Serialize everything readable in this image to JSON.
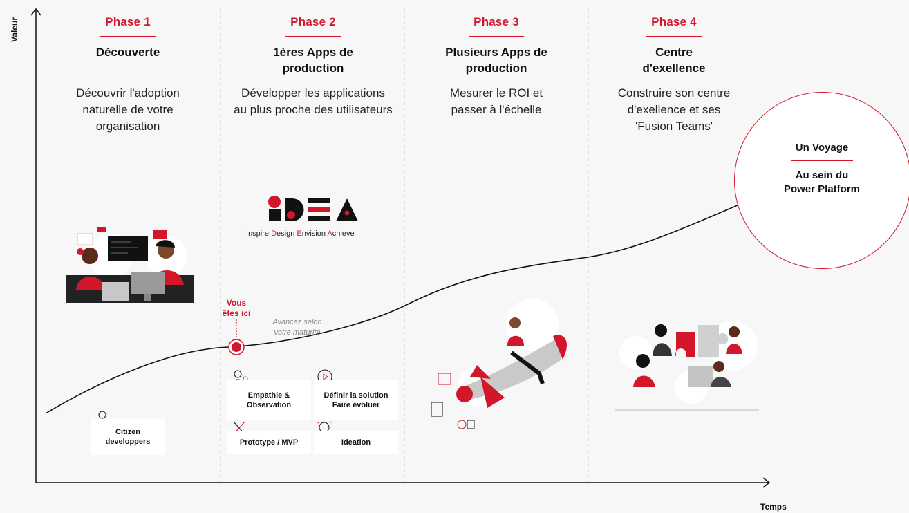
{
  "axes": {
    "y_label": "Valeur",
    "x_label": "Temps"
  },
  "phases": [
    {
      "label": "Phase 1",
      "title": "Découverte",
      "desc": "Découvrir l'adoption naturelle de votre organisation"
    },
    {
      "label": "Phase 2",
      "title": "1ères Apps de production",
      "desc": "Développer les applications au plus proche des utilisateurs"
    },
    {
      "label": "Phase 3",
      "title": "Plusieurs Apps de production",
      "desc": "Mesurer le ROI et passer à l'échelle"
    },
    {
      "label": "Phase 4",
      "title": "Centre d'exellence",
      "desc": "Construire son centre d'exellence et ses 'Fusion Teams'"
    }
  ],
  "idea": {
    "logo_text": "IDEA",
    "subtitle": [
      {
        "initial": "I",
        "rest": "nspire "
      },
      {
        "initial": "D",
        "rest": "esign "
      },
      {
        "initial": "E",
        "rest": "nvision "
      },
      {
        "initial": "A",
        "rest": "chieve"
      }
    ]
  },
  "marker": {
    "here_line1": "Vous",
    "here_line2": "êtes ici",
    "note_line1": "Avancez selon",
    "note_line2": "votre maturité"
  },
  "cards": {
    "citizen": "Citizen developpers",
    "empathie": "Empathie & Observation",
    "definir": "Définir la solution Faire évoluer",
    "prototype": "Prototype / MVP",
    "ideation": "Ideation"
  },
  "journey": {
    "title": "Un Voyage",
    "text_line1": "Au sein du",
    "text_line2": "Power Platform"
  },
  "colors": {
    "accent": "#d3172b",
    "dark": "#111111",
    "background": "#f7f7f7"
  }
}
